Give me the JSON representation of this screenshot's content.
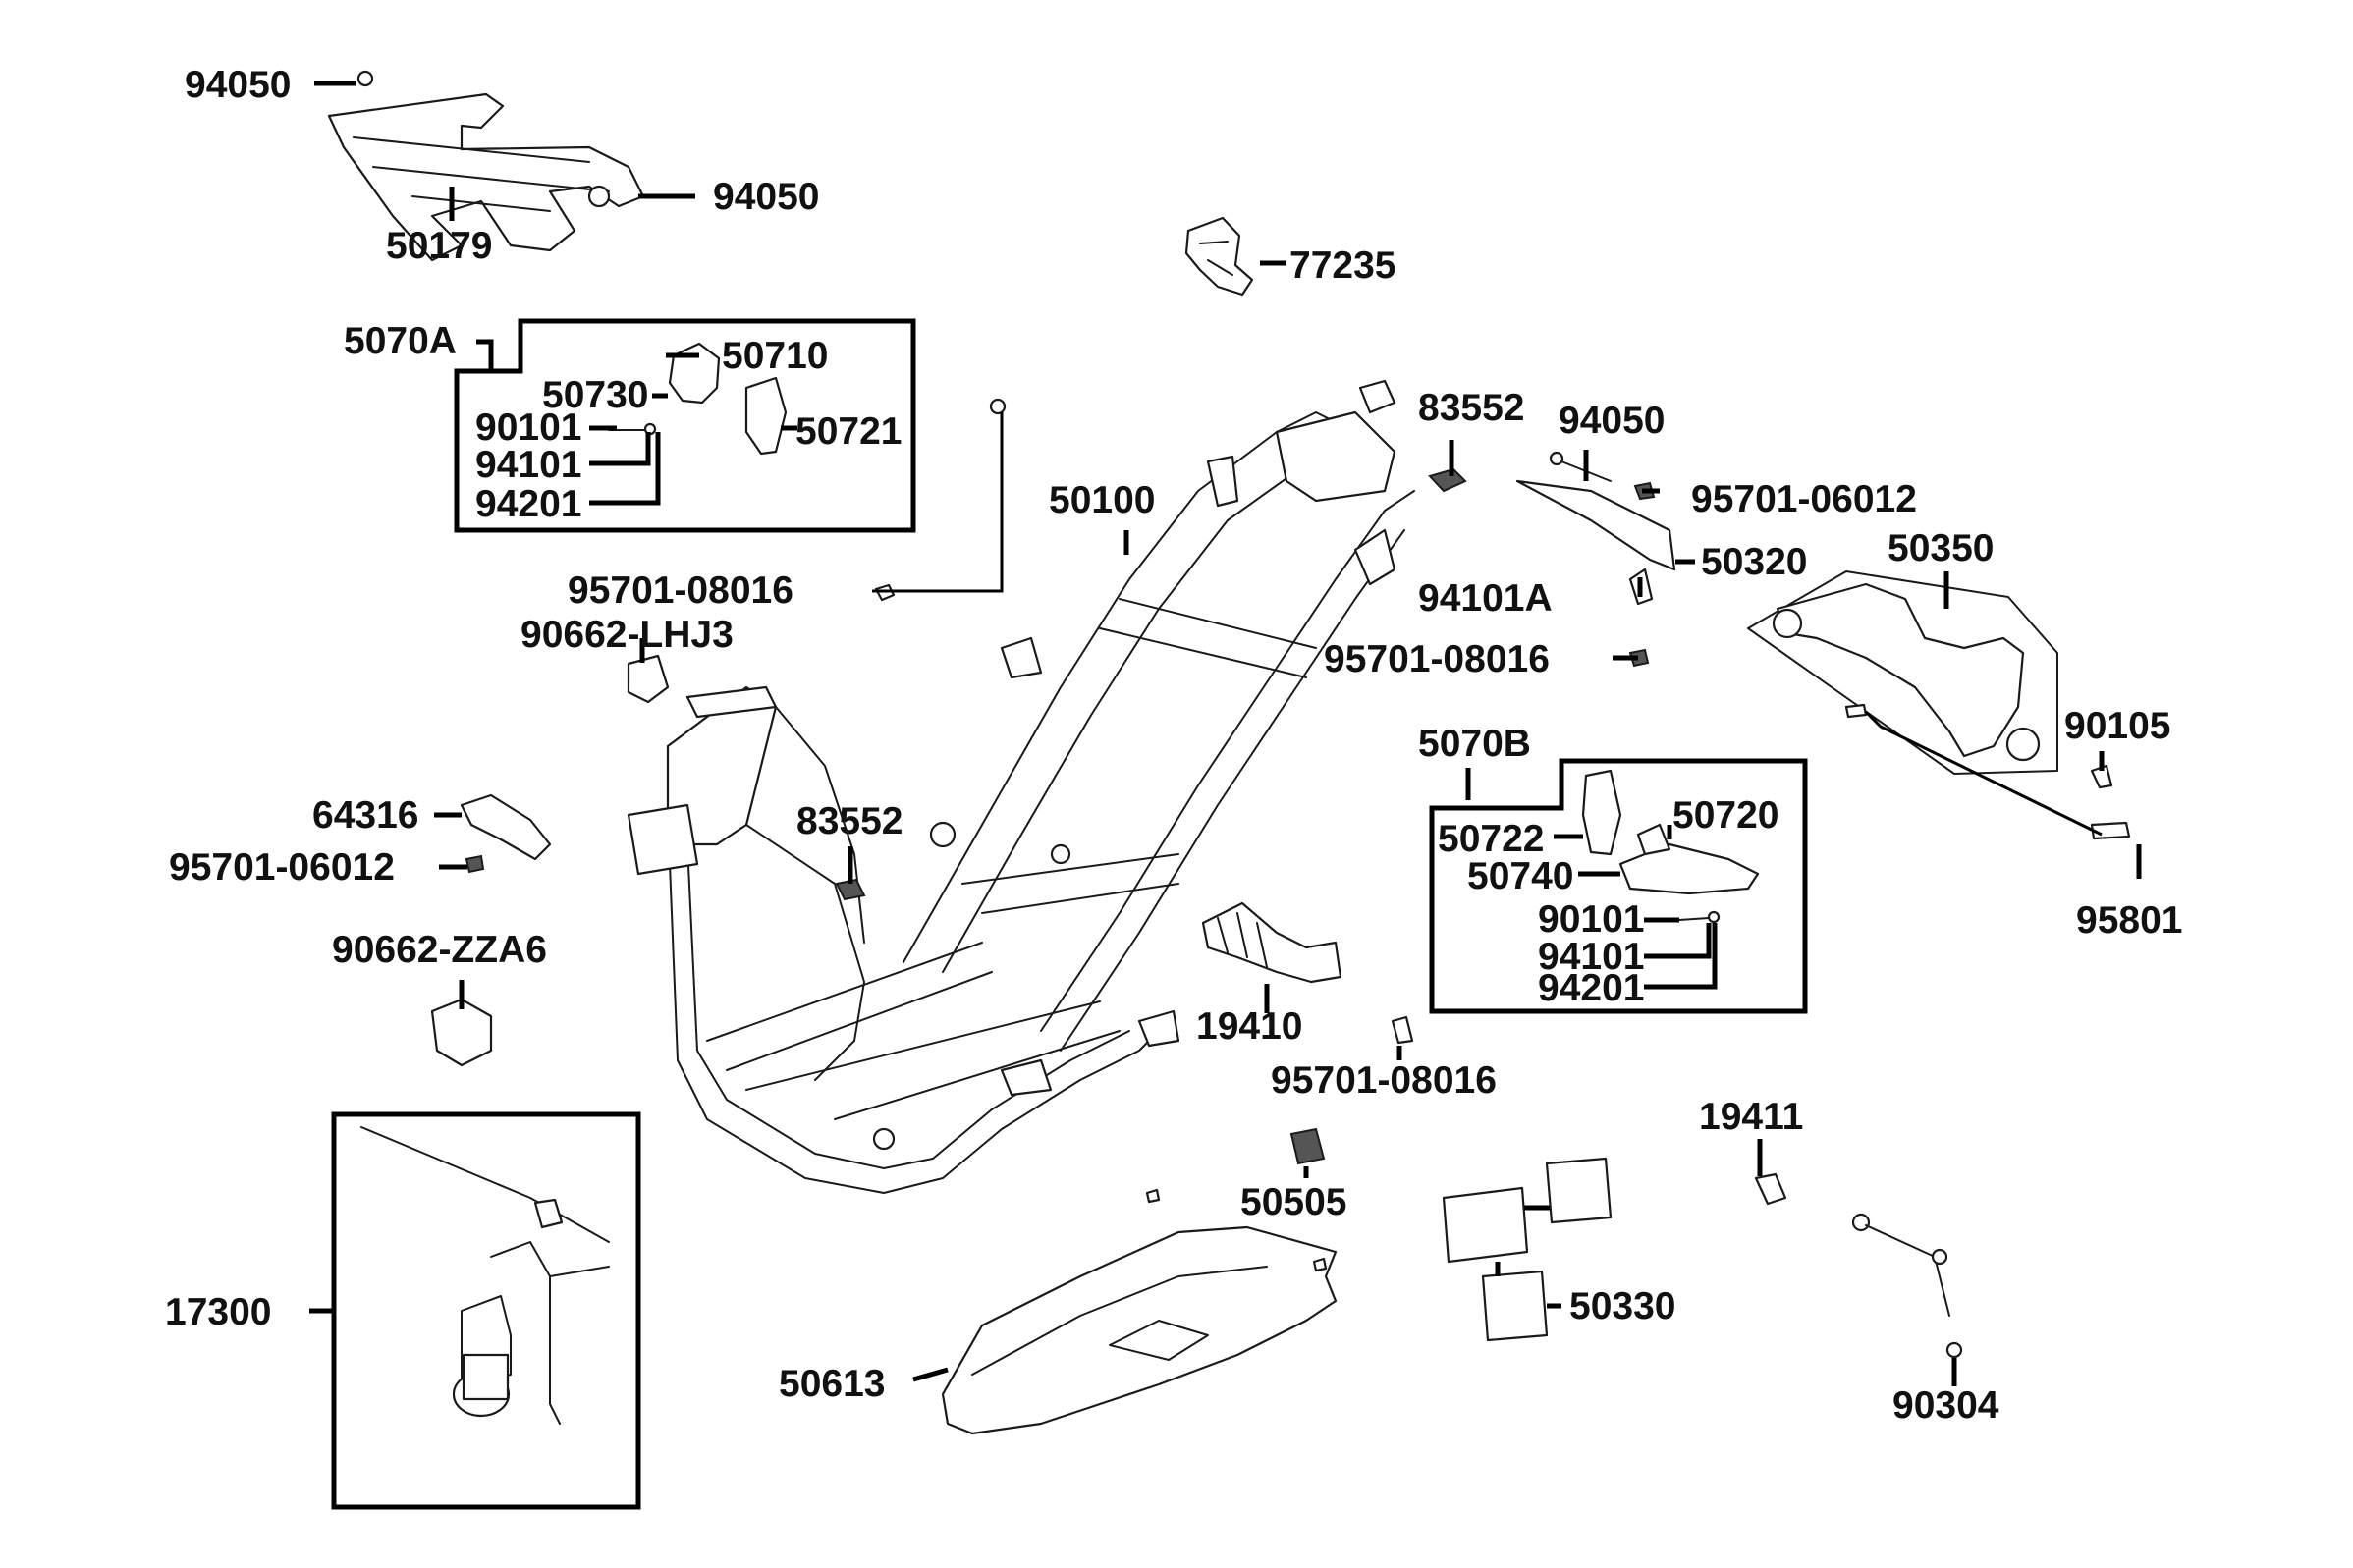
{
  "labels": {
    "p94050_a": "94050",
    "p94050_b": "94050",
    "p50179": "50179",
    "p77235": "77235",
    "p5070A": "5070A",
    "p50710": "50710",
    "p50730": "50730",
    "p90101_a": "90101",
    "p50721": "50721",
    "p94101_a": "94101",
    "p94201_a": "94201",
    "p83552_a": "83552",
    "p94050_c": "94050",
    "p95701_06012_a": "95701-06012",
    "p50100": "50100",
    "p50320": "50320",
    "p50350": "50350",
    "p95701_08016_a": "95701-08016",
    "p94101A": "94101A",
    "p90662_LHJ3": "90662-LHJ3",
    "p95701_08016_b": "95701-08016",
    "p90105": "90105",
    "p5070B": "5070B",
    "p64316": "64316",
    "p83552_b": "83552",
    "p50722": "50722",
    "p50720": "50720",
    "p95701_06012_b": "95701-06012",
    "p50740": "50740",
    "p95801": "95801",
    "p90101_b": "90101",
    "p90662_ZZA6": "90662-ZZA6",
    "p94101_b": "94101",
    "p94201_b": "94201",
    "p19410": "19410",
    "p95701_08016_c": "95701-08016",
    "p19411": "19411",
    "p50505": "50505",
    "p17300": "17300",
    "p50330": "50330",
    "p50613": "50613",
    "p90304": "90304"
  }
}
